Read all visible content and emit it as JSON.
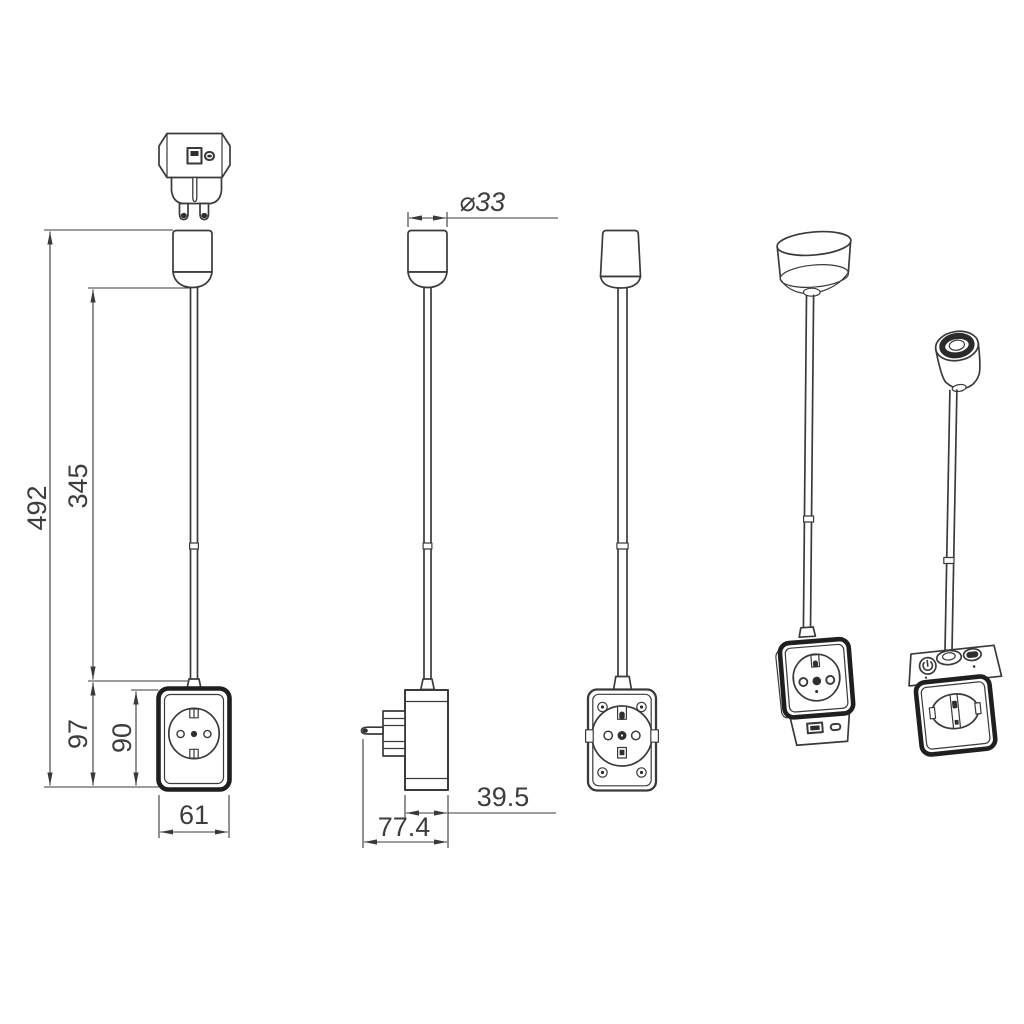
{
  "document": {
    "type": "technical-dimension-drawing",
    "background": "#ffffff",
    "line_color": "#3a3a3a",
    "thick_line_color": "#1f1f1f",
    "text_color": "#3d3d3d"
  },
  "dimensions": {
    "total_height": "492",
    "flex_arm_length": "345",
    "base_section_height": "97",
    "base_height": "90",
    "base_width": "61",
    "head_diameter": "⌀33",
    "base_depth": "39.5",
    "total_depth": "77.4"
  }
}
